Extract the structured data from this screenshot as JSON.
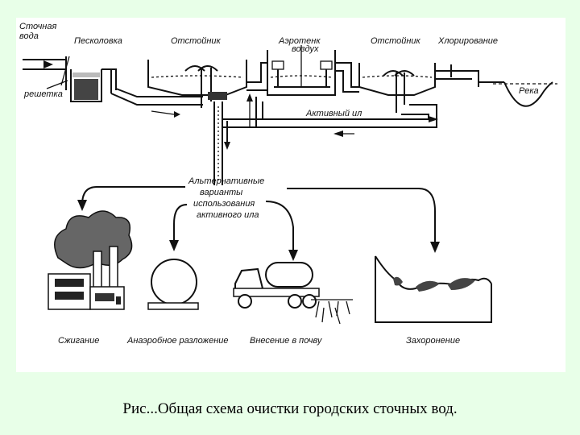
{
  "labels": {
    "sewage_water": [
      "Сточная",
      "вода"
    ],
    "grate": "решетка",
    "sand_trap": "Песколовка",
    "settler_1": "Отстойник",
    "aerotank": "Аэротенк",
    "settler_2": "Отстойник",
    "chlorination": "Хлорирование",
    "river": "Река",
    "active_sludge": "Активный ил",
    "alternatives": [
      "Альтернативные",
      "варианты",
      "использования",
      "активного ила"
    ],
    "incineration": "Сжигание",
    "anaerobic": "Анаэробное разложение",
    "soil_application": "Внесение в почву",
    "burial": "Захоронение"
  },
  "caption": "Рис...Общая схема очистки городских сточных вод."
}
